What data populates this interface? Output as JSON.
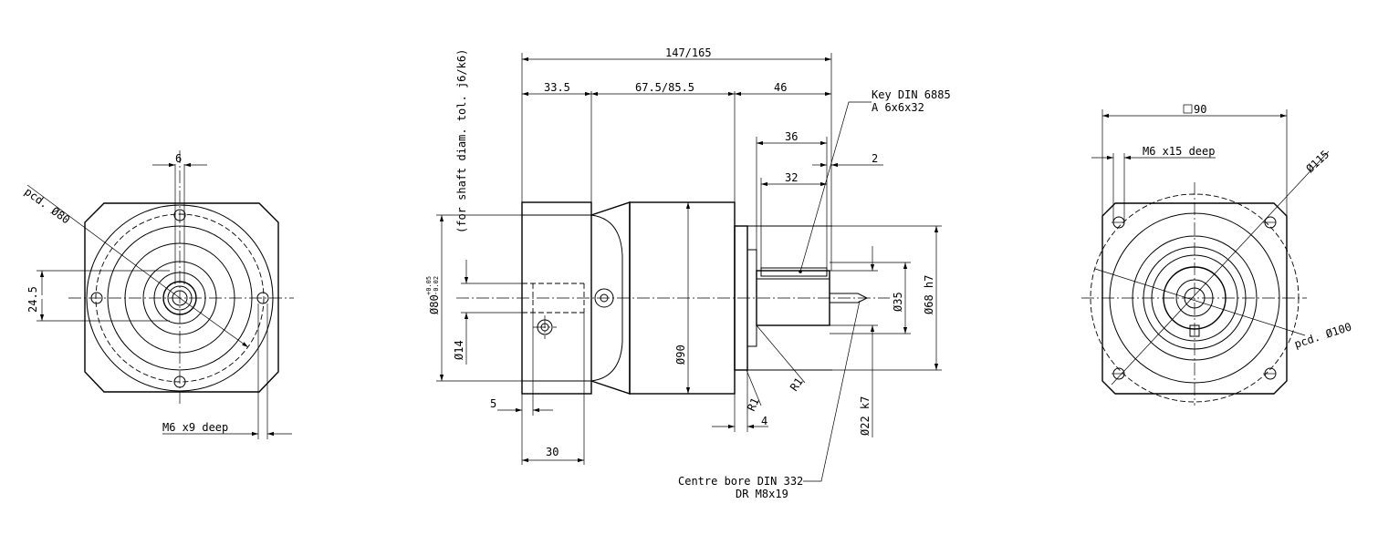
{
  "drawing": {
    "left_view": {
      "dim_6": "6",
      "pcd": "pcd. Ø80",
      "dim_24_5": "24.5",
      "thread": "M6 x9 deep"
    },
    "side_view": {
      "total_length": "147/165",
      "len_33_5": "33.5",
      "len_67_5": "67.5/85.5",
      "len_46": "46",
      "len_36": "36",
      "len_32": "32",
      "len_2": "2",
      "key_line1": "Key DIN 6885",
      "key_line2": "A 6x6x32",
      "shaft_tol": "(for shaft diam. tol. j6/k6)",
      "dia_80": "Ø80",
      "dia_80_tol_upper": "+0.05",
      "dia_80_tol_lower": "-0.02",
      "dia_14": "Ø14",
      "dia_90": "Ø90",
      "dia_35": "Ø35",
      "dia_68": "Ø68 h7",
      "dia_22": "Ø22 k7",
      "r1_a": "R1",
      "r1_b": "R1",
      "len_5": "5",
      "len_30": "30",
      "len_4": "4",
      "centre_line1": "Centre bore DIN 332",
      "centre_line2": "DR M8x19"
    },
    "right_view": {
      "square": "90",
      "thread": "M6 x15 deep",
      "dia_115": "Ø115",
      "pcd": "pcd. Ø100"
    }
  }
}
